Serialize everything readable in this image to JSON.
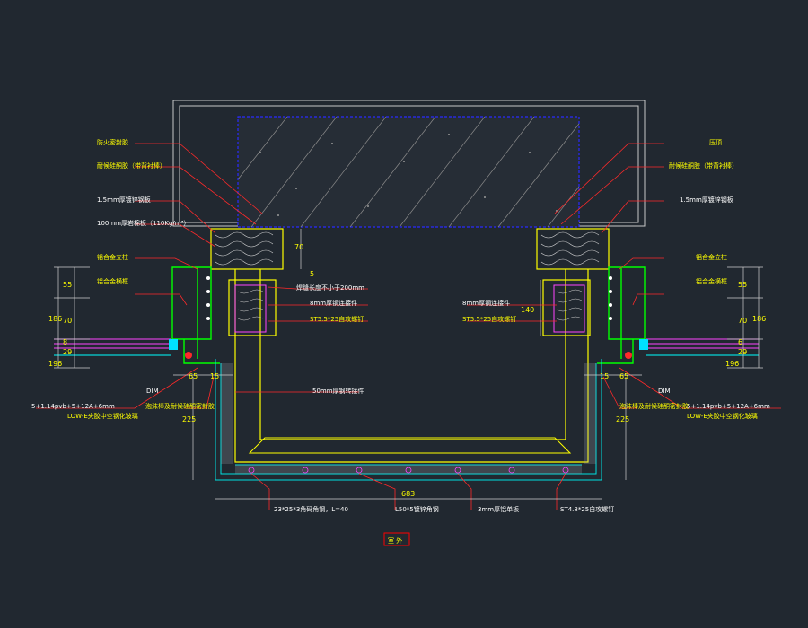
{
  "labels": {
    "l1": "防火密封胶",
    "l2": "耐候硅酮胶（带背衬棒）",
    "l3": "1.5mm厚镀锌钢板",
    "l4": "100mm厚岩棉板（110Kg/m³）",
    "l5": "铝合金立柱",
    "l6": "铝合金横框",
    "r1": "压顶",
    "r2": "耐候硅酮胶（带背衬棒）",
    "r3": "1.5mm厚镀锌钢板",
    "r4": "铝合金立柱",
    "r5": "铝合金横框",
    "weld": "焊缝长度不小于200mm",
    "steel8_l": "8mm厚钢连接件",
    "bolt_l": "ST5.5*25自攻螺钉",
    "steel8_r": "8mm厚钢连接件",
    "bolt_r": "ST5.5*25自攻螺钉",
    "hollow": "50mm厚钢转接件",
    "glass_l": "5+1.14pvb+5+12A+6mm",
    "glass_l2": "LOW-E夹胶中空钢化玻璃",
    "glass_r": "5+1.14pvb+5+12A+6mm",
    "glass_r2": "LOW-E夹胶中空钢化玻璃",
    "seal_l": "泡沫棒及耐候硅酮密封胶",
    "seal_r": "泡沫棒及耐候硅酮密封胶",
    "dim_l": "DIM",
    "dim_r": "DIM",
    "b1": "23*25*3角码角钢，L=40",
    "b2": "L50*5镀锌角钢",
    "b3": "3mm厚铝单板",
    "b4": "ST4.8*25自攻螺钉",
    "title": "室 外"
  },
  "dims": {
    "d70_top": "70",
    "d5": "5",
    "d55_l": "55",
    "d70_l": "70",
    "d186_l": "186",
    "d29_l": "29",
    "d8_l": "8",
    "d196_l": "196",
    "d65_l": "65",
    "d15_l": "15",
    "d225_l": "225",
    "d140_r": "140",
    "d55_r": "55",
    "d70_r": "70",
    "d186_r": "186",
    "d196_r": "196",
    "d29_r": "29",
    "d6_r": "6",
    "d65_r": "65",
    "d15_r": "15",
    "d225_r": "225",
    "d683": "683"
  },
  "colors": {
    "background": "#212830",
    "annotation": "#ffff00",
    "leader": "#ff0000",
    "structure": "#00ff00",
    "frame": "#ffffff",
    "concrete_border": "#0000ff",
    "insulation": "#ff00ff",
    "cladding": "#00ffff"
  }
}
